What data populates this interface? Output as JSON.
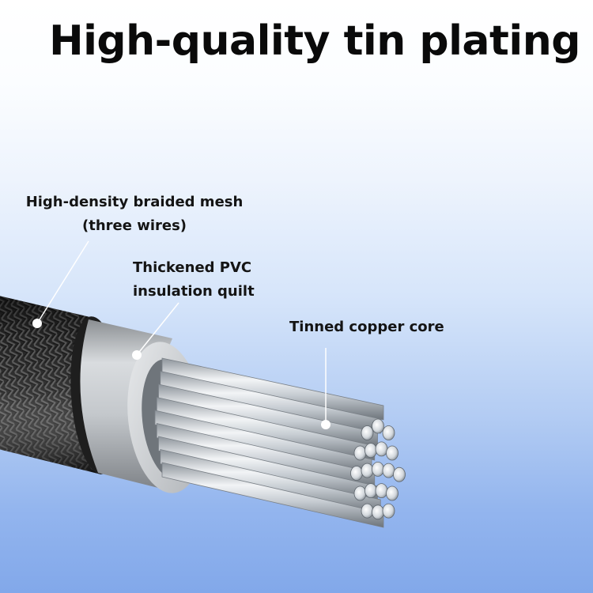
{
  "headline": "High-quality tin plating",
  "callouts": {
    "mesh": {
      "line1": "High-density braided mesh",
      "line2": "(three wires)"
    },
    "pvc": {
      "line1": "Thickened PVC",
      "line2": "insulation quilt"
    },
    "core": {
      "line1": "Tinned copper core"
    }
  },
  "colors": {
    "braid": "#2b2b2b",
    "insulation": "#c9cccf",
    "strand": "#d4d9de",
    "leader": "#ffffff"
  }
}
